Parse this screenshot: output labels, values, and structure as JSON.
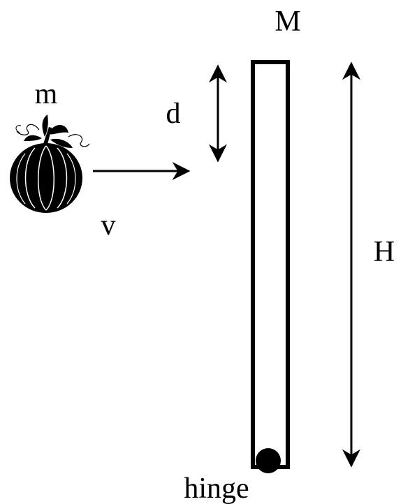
{
  "labels": {
    "rod_mass": "M",
    "pumpkin_mass": "m",
    "distance": "d",
    "velocity": "v",
    "rod_length": "H",
    "hinge": "hinge"
  },
  "colors": {
    "ink": "#000000",
    "background": "#ffffff"
  },
  "icons": {
    "projectile": "pumpkin-icon"
  }
}
